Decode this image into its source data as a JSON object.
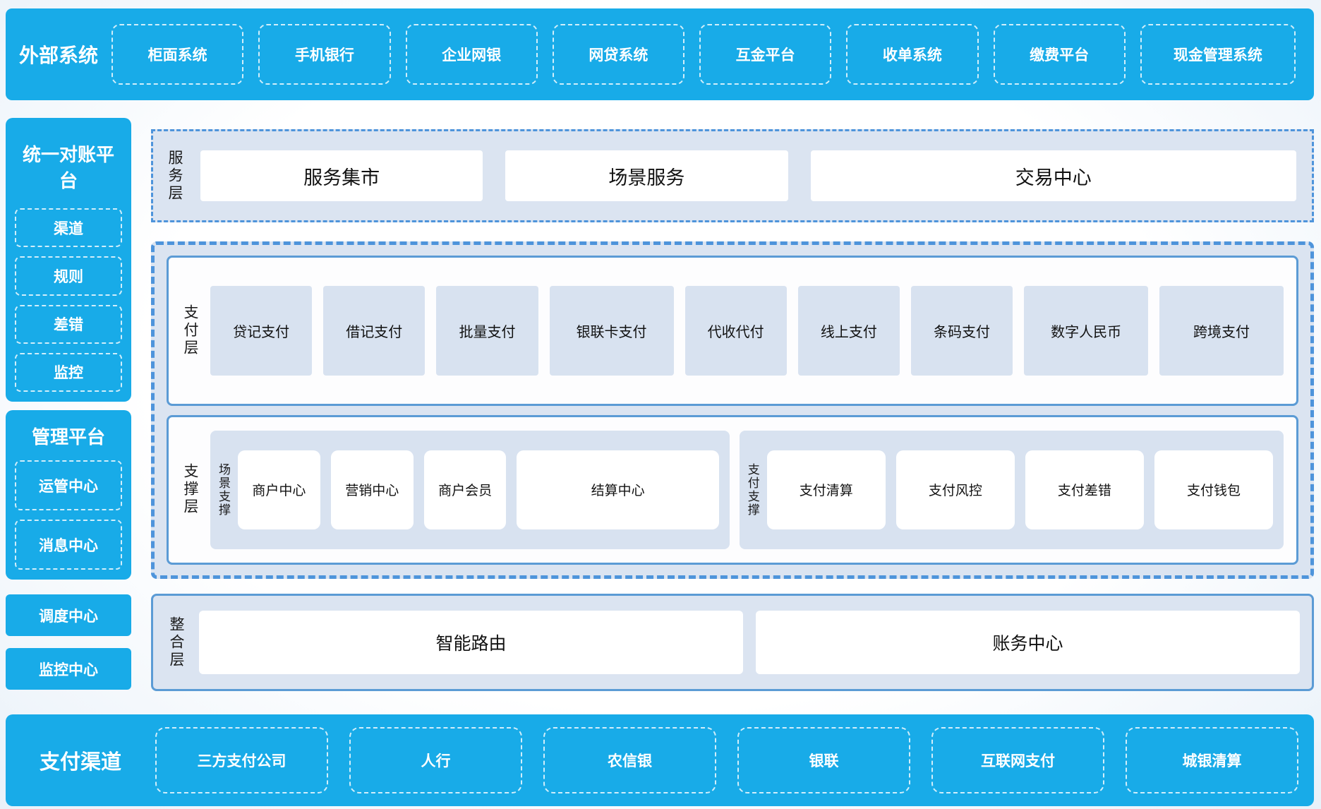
{
  "colors": {
    "accent_cyan": "#18ABE8",
    "section_bg": "#DBE4F1",
    "item_bg": "#D8E2F0",
    "solid_border_blue": "#5B9BD5",
    "dashed_border_blue": "#4E94DB",
    "white_box": "#FFFFFF",
    "text_dark": "#1A1A1A",
    "text_white": "#FFFFFF"
  },
  "external_systems": {
    "title": "外部系统",
    "items": [
      "柜面系统",
      "手机银行",
      "企业网银",
      "网贷系统",
      "互金平台",
      "收单系统",
      "缴费平台",
      "现金管理系统"
    ]
  },
  "reconciliation_platform": {
    "title": "统一对账平台",
    "items": [
      "渠道",
      "规则",
      "差错",
      "监控"
    ]
  },
  "management_platform": {
    "title": "管理平台",
    "items": [
      "运管中心",
      "消息中心"
    ]
  },
  "dispatch_center": "调度中心",
  "monitor_center": "监控中心",
  "service_layer": {
    "label": "服务层",
    "items": [
      "服务集市",
      "场景服务",
      "交易中心"
    ]
  },
  "payment_layer": {
    "label": "支付层",
    "items": [
      "贷记支付",
      "借记支付",
      "批量支付",
      "银联卡支付",
      "代收代付",
      "线上支付",
      "条码支付",
      "数字人民币",
      "跨境支付"
    ]
  },
  "support_layer": {
    "label": "支撑层",
    "groups": [
      {
        "label": "场景支撑",
        "items": [
          "商户中心",
          "营销中心",
          "商户会员",
          "结算中心"
        ]
      },
      {
        "label": "支付支撑",
        "items": [
          "支付清算",
          "支付风控",
          "支付差错",
          "支付钱包"
        ]
      }
    ]
  },
  "integration_layer": {
    "label": "整合层",
    "items": [
      "智能路由",
      "账务中心"
    ]
  },
  "payment_channels": {
    "title": "支付渠道",
    "items": [
      "三方支付公司",
      "人行",
      "农信银",
      "银联",
      "互联网支付",
      "城银清算"
    ]
  }
}
